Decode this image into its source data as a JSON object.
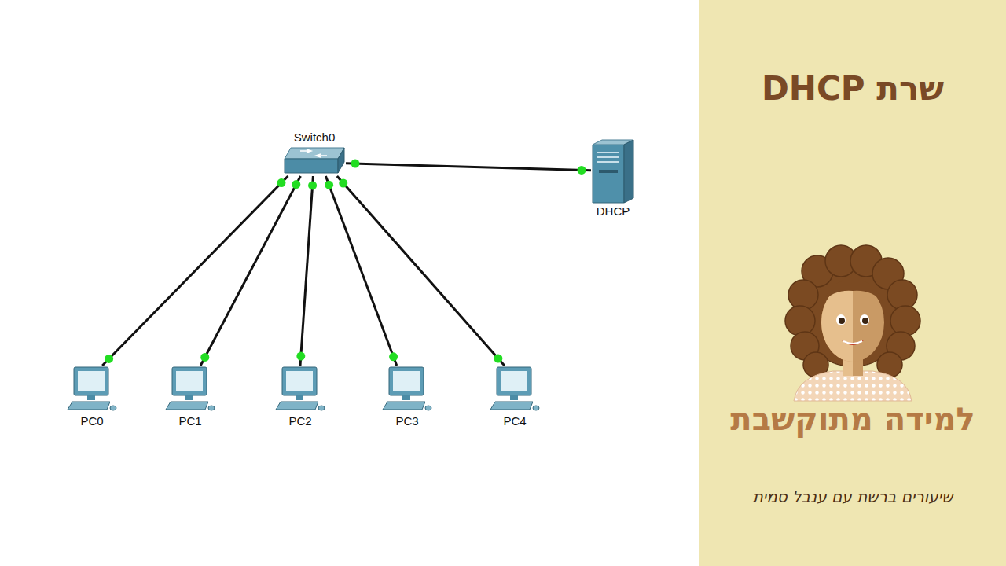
{
  "diagram": {
    "title": "שרת DHCP",
    "nodes": [
      {
        "text": [
          "Switch0"
        ]
      },
      {
        "text": [
          "DHCP"
        ]
      },
      {
        "text": [
          "PC0"
        ]
      },
      {
        "text": [
          "PC1"
        ]
      },
      {
        "text": [
          "PC2"
        ]
      },
      {
        "text": [
          "PC3"
        ]
      },
      {
        "text": [
          "PC4"
        ]
      }
    ],
    "edges": [
      {
        "from": 0,
        "to": 1,
        "arrow": "none"
      },
      {
        "from": 0,
        "to": 2,
        "arrow": "none"
      },
      {
        "from": 0,
        "to": 3,
        "arrow": "none"
      },
      {
        "from": 0,
        "to": 4,
        "arrow": "none"
      },
      {
        "from": 0,
        "to": 5,
        "arrow": "none"
      },
      {
        "from": 0,
        "to": 6,
        "arrow": "none"
      }
    ],
    "labels": [
      "למידה מתוקשבת",
      "שיעורים ברשת עם ענבל סמית"
    ]
  }
}
